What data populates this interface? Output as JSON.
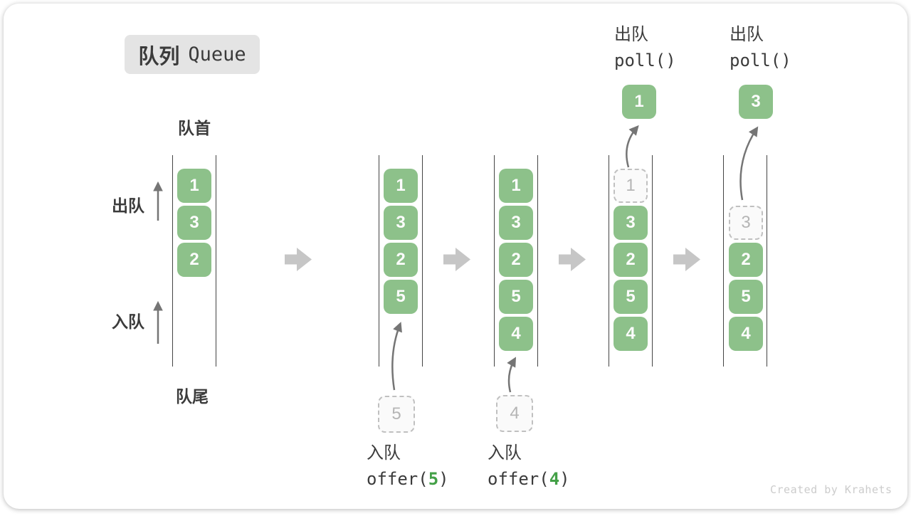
{
  "title": {
    "zh": "队列",
    "en": "Queue"
  },
  "side_labels": {
    "front": "队首",
    "rear": "队尾",
    "dequeue": "出队",
    "enqueue": "入队"
  },
  "columns": [
    {
      "boxes": [
        "1",
        "3",
        "2"
      ]
    },
    {
      "boxes": [
        "1",
        "3",
        "2",
        "5"
      ],
      "incoming": "5"
    },
    {
      "boxes": [
        "1",
        "3",
        "2",
        "5",
        "4"
      ],
      "incoming": "4"
    },
    {
      "boxes": [
        "3",
        "2",
        "5",
        "4"
      ],
      "removed": "1",
      "popped": "1"
    },
    {
      "boxes": [
        "2",
        "5",
        "4"
      ],
      "removed": "3",
      "popped": "3"
    }
  ],
  "operations": {
    "enqueue_5": {
      "label": "入队",
      "code_before": "offer(",
      "arg": "5",
      "code_after": ")"
    },
    "enqueue_4": {
      "label": "入队",
      "code_before": "offer(",
      "arg": "4",
      "code_after": ")"
    },
    "dequeue_1": {
      "label": "出队",
      "code": "poll()"
    },
    "dequeue_2": {
      "label": "出队",
      "code": "poll()"
    }
  },
  "watermark": "Created by Krahets",
  "colors": {
    "box_green": "#8dc18a",
    "code_arg_green": "#43a047",
    "block_arrow_gray": "#c6c6c6",
    "thin_arrow_gray": "#757575",
    "dashed_border_gray": "#c0c0c0",
    "badge_bg": "#e4e4e4",
    "text_dark": "#3b3b3b"
  }
}
